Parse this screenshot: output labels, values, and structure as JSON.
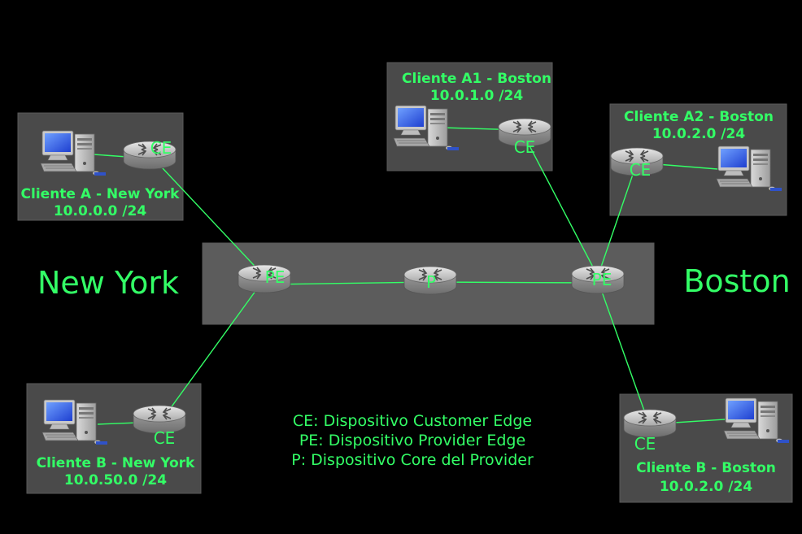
{
  "cities": {
    "left": "New York",
    "right": "Boston"
  },
  "sites": [
    {
      "id": "a-ny",
      "name": "Cliente A - New York",
      "subnet": "10.0.0.0 /24",
      "device": "CE"
    },
    {
      "id": "b-ny",
      "name": "Cliente B - New York",
      "subnet": "10.0.50.0 /24",
      "device": "CE"
    },
    {
      "id": "a1-bos",
      "name": "Cliente A1 - Boston",
      "subnet": "10.0.1.0 /24",
      "device": "CE"
    },
    {
      "id": "a2-bos",
      "name": "Cliente A2 - Boston",
      "subnet": "10.0.2.0 /24",
      "device": "CE"
    },
    {
      "id": "b-bos",
      "name": "Cliente B - Boston",
      "subnet": "10.0.2.0 /24",
      "device": "CE"
    }
  ],
  "core": {
    "left_router": "PE",
    "center_router": "P",
    "right_router": "PE"
  },
  "legend": [
    "CE: Dispositivo Customer Edge",
    "PE: Dispositivo Provider Edge",
    "P: Dispositivo Core del Provider"
  ],
  "colors": {
    "accent": "#33ff66",
    "background": "#000000",
    "panel": "#4a4a4a"
  }
}
